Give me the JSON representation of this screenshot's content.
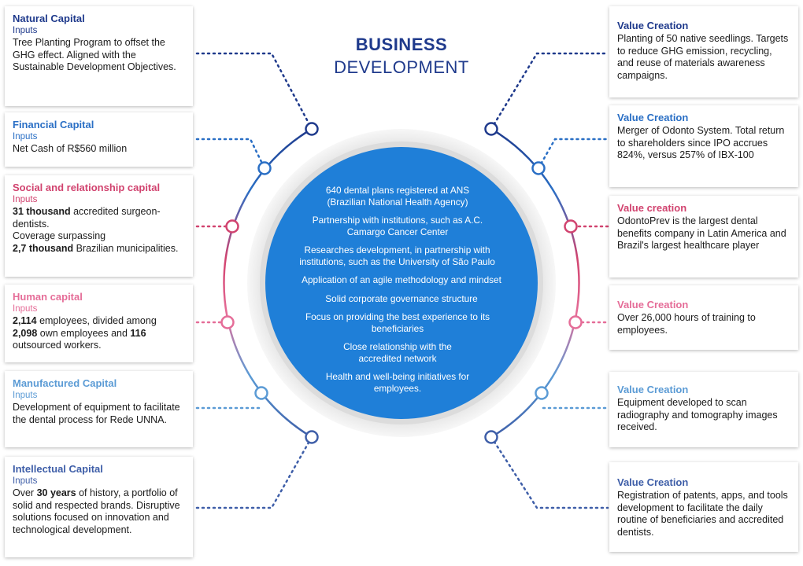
{
  "title": {
    "line1": "BUSINESS",
    "line2": "DEVELOPMENT"
  },
  "center_items": [
    "640 dental plans registered at ANS (Brazilian National Health Agency)",
    "Partnership with institutions, such as A.C. Camargo Cancer Center",
    "Researches development, in partnership with institutions, such as the University of São Paulo",
    "Application of an agile methodology and mindset",
    "Solid corporate governance structure",
    "Focus on providing the best experience to its beneficiaries",
    "Close relationship with the accredited network",
    "Health and well-being initiatives for employees."
  ],
  "inputs": [
    {
      "title": "Natural Capital",
      "sub": "Inputs",
      "color": "#1f3a8c",
      "body": [
        [
          "Tree Planting Program to offset the GHG  effect. Aligned with the Sustainable Development Objectives.",
          false
        ]
      ]
    },
    {
      "title": "Financial Capital",
      "sub": "Inputs",
      "color": "#2a6fc5",
      "body": [
        [
          "Net Cash of R$560 million",
          false
        ]
      ]
    },
    {
      "title": "Social and relationship capital",
      "sub": "Inputs",
      "color": "#d1436f",
      "body": [
        [
          "31 thousand",
          true
        ],
        [
          " accredited surgeon-dentists.",
          false
        ],
        [
          "\nCoverage surpassing\n",
          false
        ],
        [
          "2,7 thousand",
          true
        ],
        [
          " Brazilian municipalities.",
          false
        ]
      ]
    },
    {
      "title": "Human capital",
      "sub": "Inputs",
      "color": "#e56d98",
      "body": [
        [
          "2,114",
          true
        ],
        [
          " employees, divided among ",
          false
        ],
        [
          "\n2,098",
          true
        ],
        [
          "  own employees and ",
          false
        ],
        [
          "116",
          true
        ],
        [
          " outsourced workers.",
          false
        ]
      ]
    },
    {
      "title": "Manufactured Capital",
      "sub": "Inputs",
      "color": "#5b9bd5",
      "body": [
        [
          "Development of equipment to facilitate the dental process for Rede UNNA.",
          false
        ]
      ]
    },
    {
      "title": "Intellectual Capital",
      "sub": "Inputs",
      "color": "#3e5ea8",
      "body": [
        [
          "Over ",
          false
        ],
        [
          "30 years",
          true
        ],
        [
          " of history, a portfolio of solid and respected brands. Disruptive solutions focused on innovation and technological development.",
          false
        ]
      ]
    }
  ],
  "outputs": [
    {
      "title": "Value Creation",
      "color": "#1f3a8c",
      "body": "Planting of  50 native seedlings. Targets to reduce GHG  emission, recycling, and reuse of materials awareness campaigns."
    },
    {
      "title": "Value Creation",
      "color": "#2a6fc5",
      "body": "Merger of Odonto System.  Total return to shareholders since IPO accrues 824%, versus 257% of IBX-100"
    },
    {
      "title": "Value creation",
      "color": "#d1436f",
      "body": "OdontoPrev is the largest dental benefits company in Latin America and Brazil's largest healthcare player"
    },
    {
      "title": "Value Creation",
      "color": "#e56d98",
      "body": "Over 26,000 hours of training to employees."
    },
    {
      "title": "Value Creation",
      "color": "#5b9bd5",
      "body": "Equipment developed to scan radiography and tomography images received."
    },
    {
      "title": "Value Creation",
      "color": "#3e5ea8",
      "body": "Registration of patents, apps, and tools development to facilitate the daily routine of beneficiaries and accredited dentists."
    }
  ]
}
